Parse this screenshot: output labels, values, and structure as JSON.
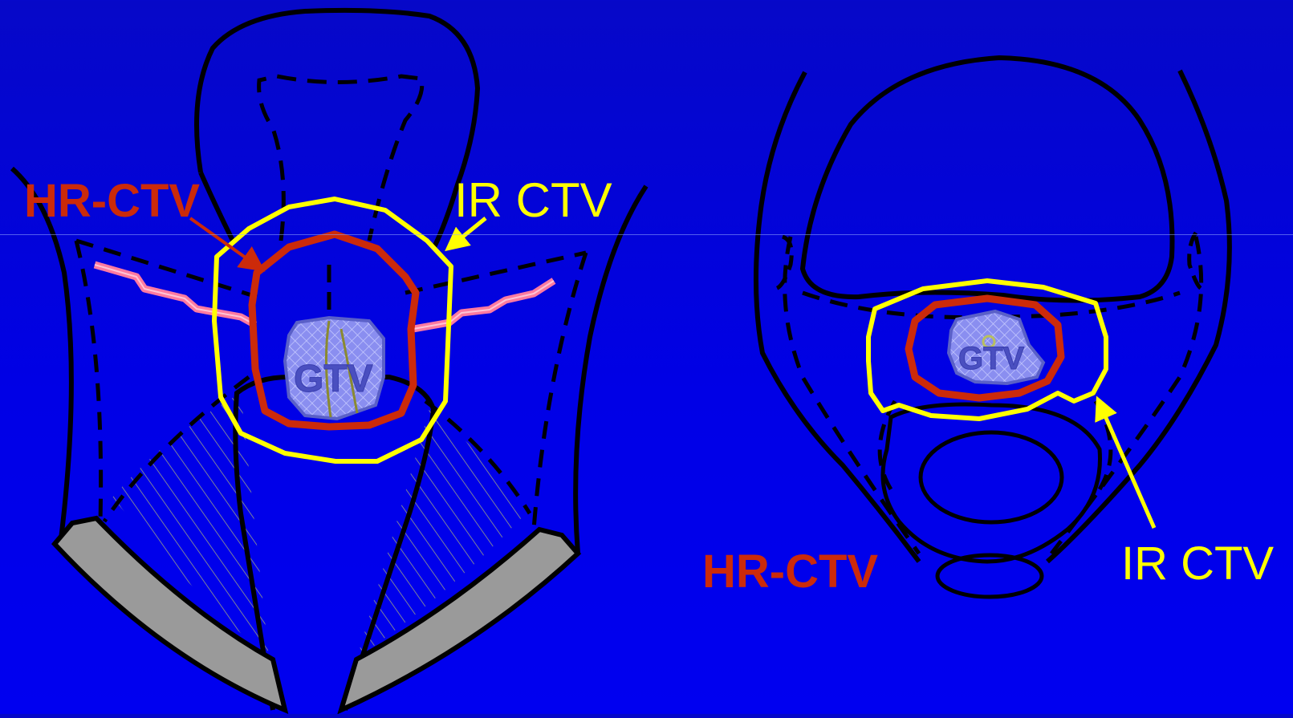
{
  "labels": {
    "left_hr_ctv": "HR-CTV",
    "left_ir_ctv": "IR CTV",
    "left_gtv": "GTV",
    "right_gtv": "GTV",
    "right_hr_ctv": "HR-CTV",
    "right_ir_ctv": "IR CTV"
  },
  "colors": {
    "background": "#0000e6",
    "outline": "#000000",
    "hr_ctv": "#cc2a0a",
    "ir_ctv": "#ffff00",
    "gtv_fill": "#8a8ef0",
    "vessel": "#ff7aa0",
    "bone": "#9a9a9a"
  }
}
